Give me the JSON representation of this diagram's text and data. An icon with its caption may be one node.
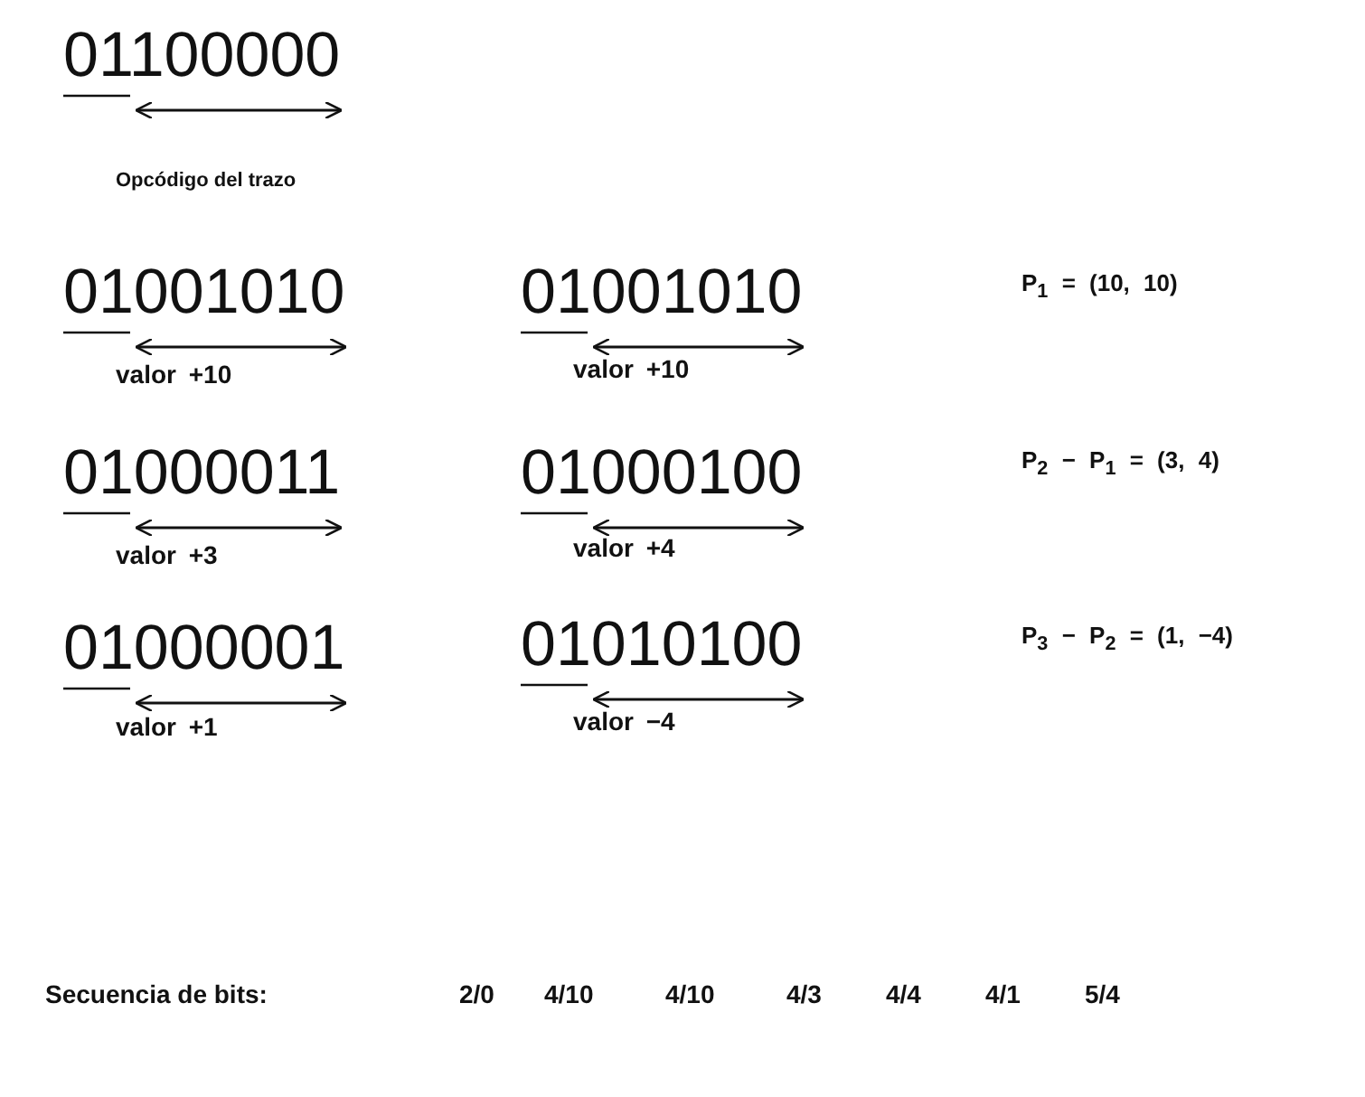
{
  "diagram": {
    "labels": [
      "01100000",
      "Opcódigo del trazo",
      "01001010",
      "01001010",
      "P$_{1}$ = (10, 10)",
      "valor +10",
      "valor +10",
      "01000011",
      "01000100",
      "P$_{2}$ − P$_{1}$ = (3, 4)",
      "valor +3",
      "valor +4",
      "01000001",
      "01010100",
      "P$_{3}$ − P$_{2}$ = (1, −4)",
      "valor +1",
      "valor −4",
      "Secuencia de bits:",
      "2/0",
      "4/10",
      "4/10",
      "4/3",
      "4/4",
      "4/1",
      "5/4"
    ]
  }
}
